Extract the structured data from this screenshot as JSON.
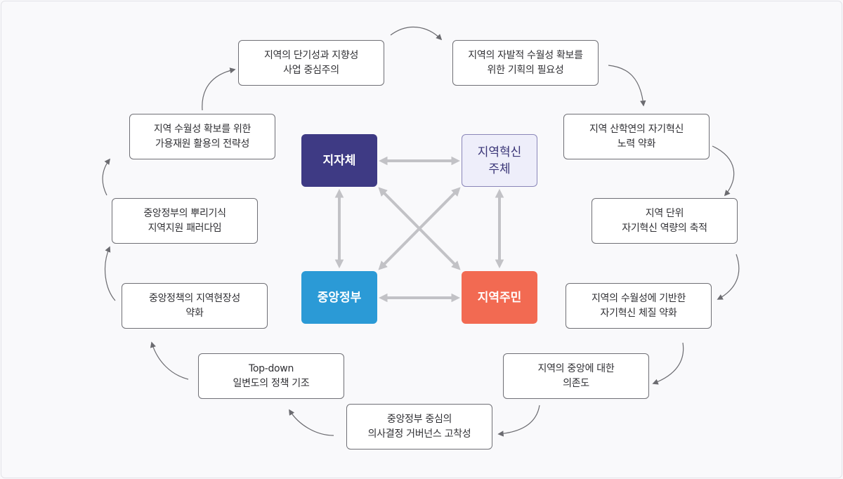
{
  "cycle": {
    "items": [
      {
        "line1": "지역의 단기성과 지향성",
        "line2": "사업 중심주의"
      },
      {
        "line1": "지역의 자발적 수월성 확보를",
        "line2": "위한 기획의 필요성"
      },
      {
        "line1": "지역 산학연의 자기혁신",
        "line2": "노력 약화"
      },
      {
        "line1": "지역 단위",
        "line2": "자기혁신 역량의 축적"
      },
      {
        "line1": "지역의 수월성에 기반한",
        "line2": "자기혁신 체질 약화"
      },
      {
        "line1": "지역의 중앙에 대한",
        "line2": "의존도"
      },
      {
        "line1": "중앙정부 중심의",
        "line2": "의사결정 거버넌스 고착성"
      },
      {
        "line1": "Top-down",
        "line2": "일변도의 정책 기조"
      },
      {
        "line1": "중앙정책의 지역현장성",
        "line2": "약화"
      },
      {
        "line1": "중앙정부의 뿌리기식",
        "line2": "지역지원 패러다임"
      },
      {
        "line1": "지역 수월성 확보를 위한",
        "line2": "가용재원 활용의 전략성"
      }
    ]
  },
  "actors": {
    "local_gov": {
      "label": "지자체",
      "color": "#3e3a84"
    },
    "innovators": {
      "line1": "지역혁신",
      "line2": "주체",
      "bg": "#eeeefa",
      "color": "#3a3577"
    },
    "central_gov": {
      "label": "중앙정부",
      "color": "#2b9ad6"
    },
    "residents": {
      "label": "지역주민",
      "color": "#f26a52"
    }
  },
  "colors": {
    "arrow": "#c2c2c6",
    "cycle_arrow": "#6b6b70",
    "box_border": "#6f6f75"
  }
}
